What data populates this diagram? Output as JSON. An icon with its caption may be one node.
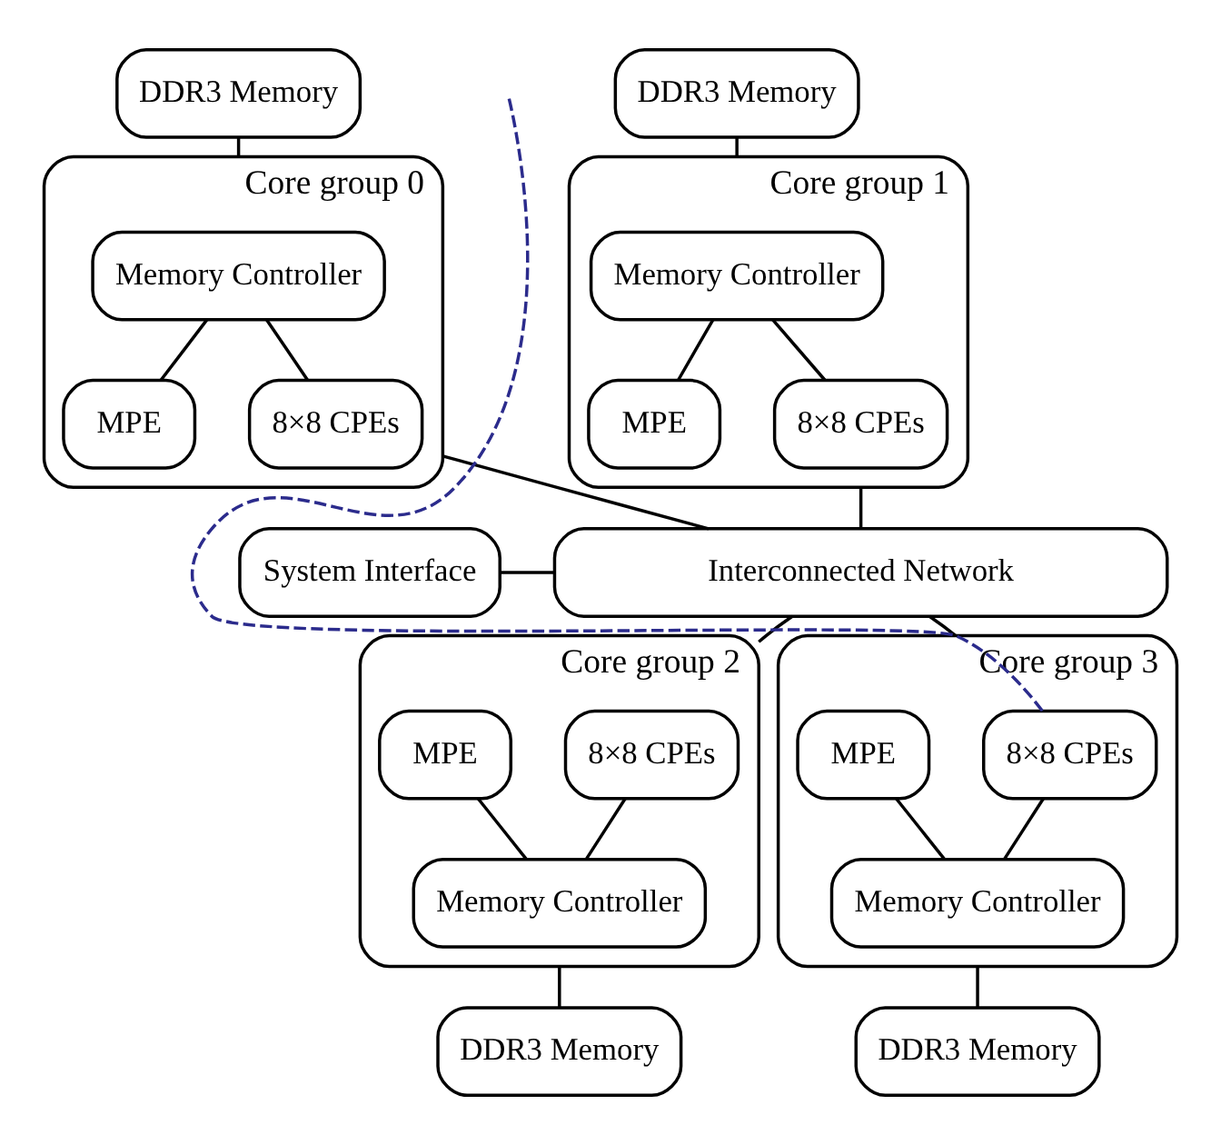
{
  "diagram": {
    "nodes": [
      {
        "text": [
          "DDR3 Memory"
        ]
      },
      {
        "text": [
          "DDR3 Memory"
        ]
      },
      {
        "text": [
          "Core group 0"
        ]
      },
      {
        "text": [
          "Memory Controller"
        ],
        "in": 2
      },
      {
        "text": [
          "MPE"
        ],
        "in": 2
      },
      {
        "text": [
          "8×8 CPEs"
        ],
        "in": 2
      },
      {
        "text": [
          "Core group 1"
        ]
      },
      {
        "text": [
          "Memory Controller"
        ],
        "in": 6
      },
      {
        "text": [
          "MPE"
        ],
        "in": 6
      },
      {
        "text": [
          "8×8 CPEs"
        ],
        "in": 6
      },
      {
        "text": [
          "System Interface"
        ]
      },
      {
        "text": [
          "Interconnected Network"
        ]
      },
      {
        "text": [
          "Core group 2"
        ]
      },
      {
        "text": [
          "8×8 CPEs"
        ],
        "in": 12
      },
      {
        "text": [
          "MPE"
        ],
        "in": 12
      },
      {
        "text": [
          "Memory Controller"
        ],
        "in": 12
      },
      {
        "text": [
          "Core group 3"
        ]
      },
      {
        "text": [
          "8×8 CPEs"
        ],
        "in": 16
      },
      {
        "text": [
          "MPE"
        ],
        "in": 16
      },
      {
        "text": [
          "Memory Controller"
        ],
        "in": 16
      },
      {
        "text": [
          "DDR3 Memory"
        ]
      },
      {
        "text": [
          "DDR3 Memory"
        ]
      }
    ],
    "edges": [
      {
        "from": 0,
        "to": 2,
        "arrow": "none"
      },
      {
        "from": 3,
        "to": 4,
        "arrow": "none"
      },
      {
        "from": 3,
        "to": 5,
        "arrow": "none"
      },
      {
        "from": 1,
        "to": 6,
        "arrow": "none"
      },
      {
        "from": 7,
        "to": 8,
        "arrow": "none"
      },
      {
        "from": 7,
        "to": 9,
        "arrow": "none"
      },
      {
        "from": 2,
        "to": 11,
        "arrow": "none"
      },
      {
        "from": 6,
        "to": 11,
        "arrow": "none"
      },
      {
        "from": 10,
        "to": 11,
        "arrow": "none"
      },
      {
        "from": 11,
        "to": 12,
        "arrow": "none"
      },
      {
        "from": 11,
        "to": 16,
        "arrow": "none"
      },
      {
        "from": 13,
        "to": 15,
        "arrow": "none"
      },
      {
        "from": 14,
        "to": 15,
        "arrow": "none"
      },
      {
        "from": 17,
        "to": 19,
        "arrow": "none"
      },
      {
        "from": 18,
        "to": 19,
        "arrow": "none"
      },
      {
        "from": 12,
        "to": 20,
        "arrow": "none"
      },
      {
        "from": 16,
        "to": 21,
        "arrow": "none"
      },
      {
        "from": 17,
        "to": null,
        "arrow": "none",
        "style": "dashed",
        "color": "#2b2b8c"
      }
    ]
  }
}
